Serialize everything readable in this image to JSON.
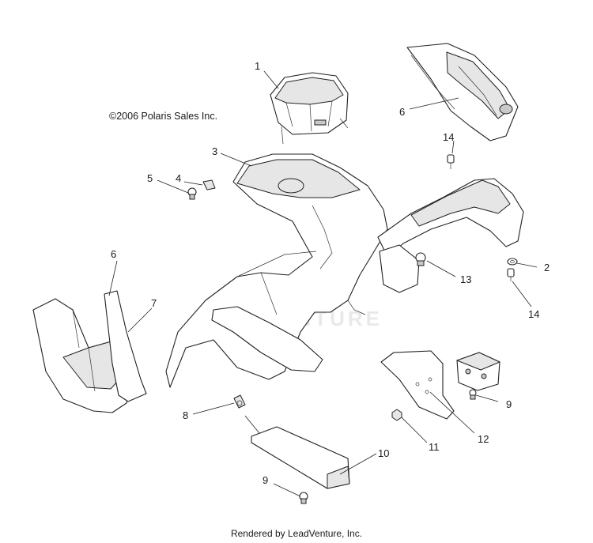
{
  "copyright": "©2006 Polaris Sales Inc.",
  "credit": "Rendered by LeadVenture, Inc.",
  "watermark": "LEADVENTURE",
  "callouts": {
    "c1": "1",
    "c2": "2",
    "c3": "3",
    "c4": "4",
    "c5": "5",
    "c6a": "6",
    "c6b": "6",
    "c7": "7",
    "c8": "8",
    "c9a": "9",
    "c9b": "9",
    "c10": "10",
    "c11": "11",
    "c12": "12",
    "c13": "13",
    "c14a": "14",
    "c14b": "14"
  }
}
